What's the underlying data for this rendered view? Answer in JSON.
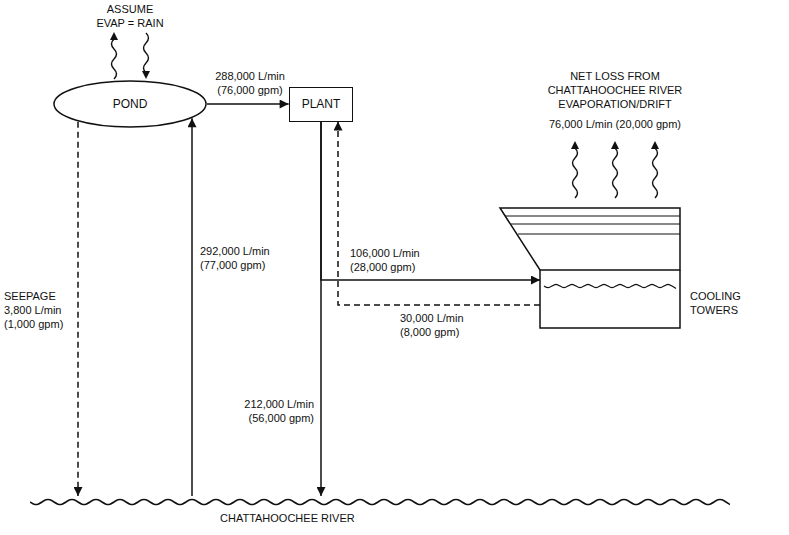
{
  "diagram": {
    "nodes": [
      {
        "text": [
          "POND"
        ]
      },
      {
        "text": [
          "PLANT"
        ]
      },
      {
        "text": [
          "COOLING TOWERS"
        ]
      },
      {
        "text": [
          "CHATTAHOOCHEE RIVER"
        ]
      }
    ],
    "edges": [
      {
        "from": 0,
        "to": 1,
        "arrow": "to",
        "label": "288,000 L/min (76,000 gpm)"
      },
      {
        "from": 0,
        "to": 3,
        "arrow": "to",
        "label": "SEEPAGE 3,800 L/min (1,000 gpm)"
      },
      {
        "from": 3,
        "to": 0,
        "arrow": "to",
        "label": "292,000 L/min (77,000 gpm)"
      },
      {
        "from": 1,
        "to": 2,
        "arrow": "to",
        "label": "106,000 L/min (28,000 gpm)"
      },
      {
        "from": 2,
        "to": 1,
        "arrow": "to",
        "label": "30,000 L/min (8,000 gpm)"
      },
      {
        "from": 1,
        "to": 3,
        "arrow": "to",
        "label": "212,000 L/min (56,000 gpm)"
      }
    ],
    "labels": [
      "ASSUME EVAP = RAIN",
      "NET LOSS FROM CHATTAHOOCHEE RIVER EVAPORATION/DRIFT",
      "76,000 L/min (20,000 gpm)"
    ]
  }
}
